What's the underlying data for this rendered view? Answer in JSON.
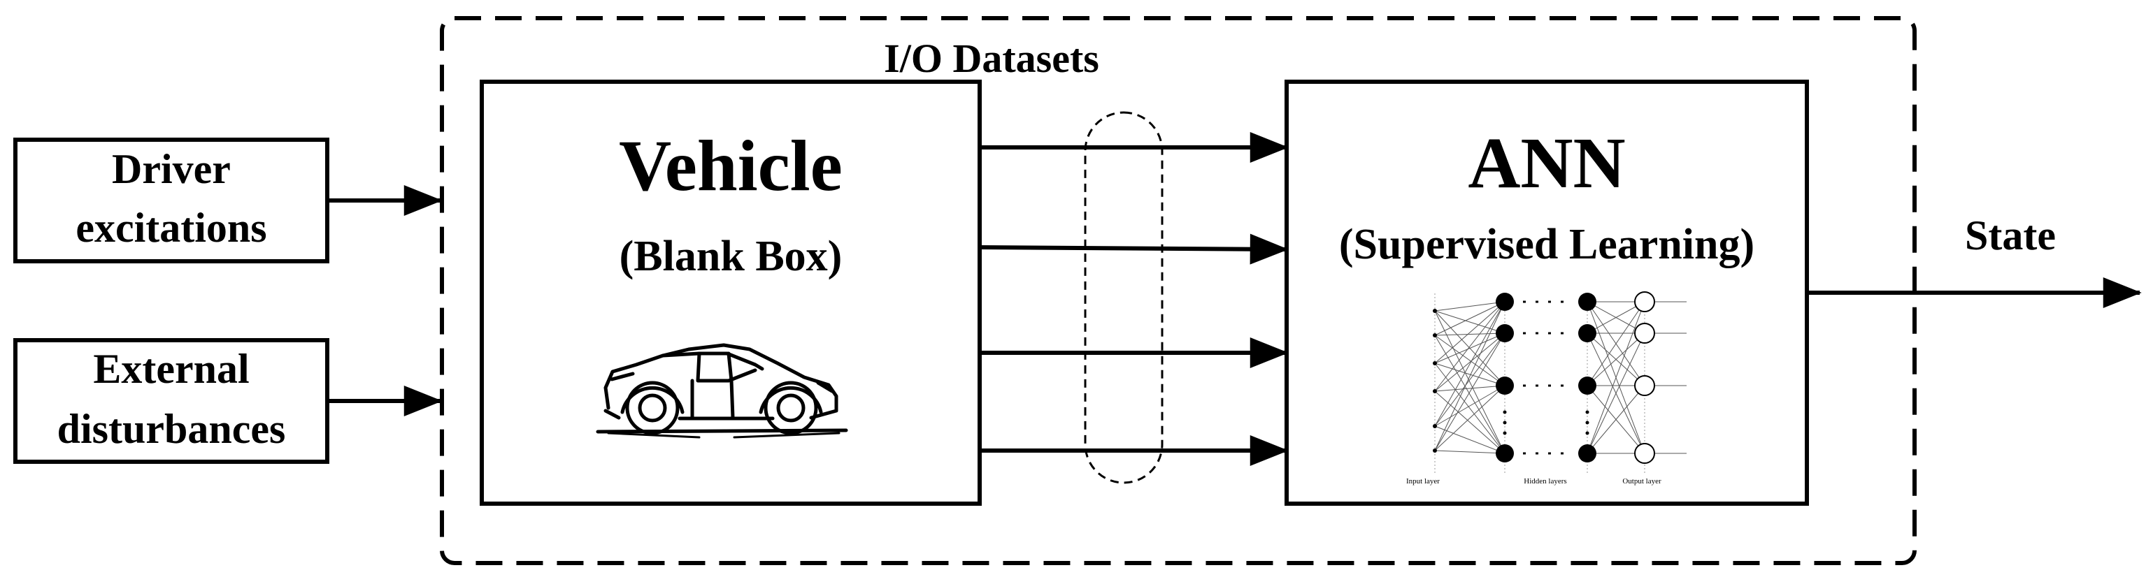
{
  "inputs": [
    {
      "line1": "Driver",
      "line2": "excitations"
    },
    {
      "line1": "External",
      "line2": "disturbances"
    }
  ],
  "dataset_label": "I/O Datasets",
  "vehicle": {
    "title": "Vehicle",
    "subtitle": "(Blank Box)"
  },
  "ann": {
    "title": "ANN",
    "subtitle": "(Supervised Learning)",
    "layer_labels": [
      "Input layer",
      "Hidden layers",
      "Output layer"
    ]
  },
  "output_label": "State",
  "colors": {
    "stroke": "#000000",
    "background": "#ffffff"
  }
}
